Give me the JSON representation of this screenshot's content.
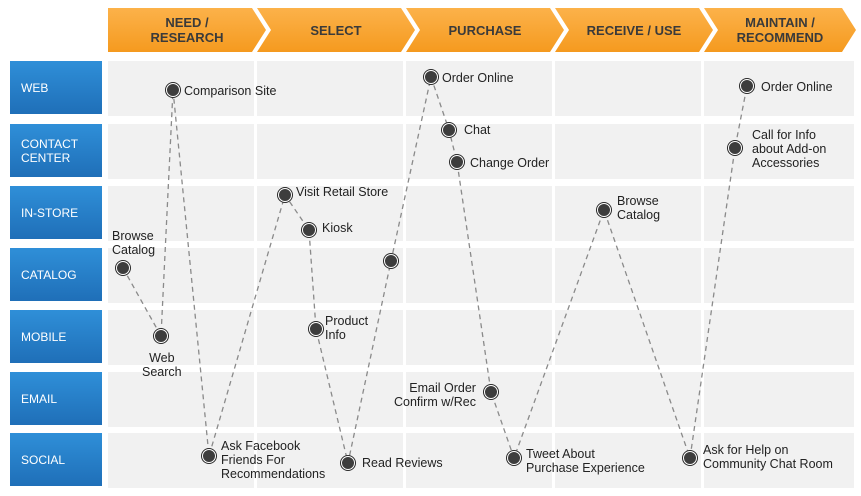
{
  "stages": [
    "NEED / RESEARCH",
    "SELECT",
    "PURCHASE",
    "RECEIVE / USE",
    "MAINTAIN /\nRECOMMEND"
  ],
  "channels": [
    "WEB",
    "CONTACT\nCENTER",
    "IN-STORE",
    "CATALOG",
    "MOBILE",
    "EMAIL",
    "SOCIAL"
  ],
  "touchpoints": [
    {
      "label": "Browse\nCatalog"
    },
    {
      "label": "Web\nSearch"
    },
    {
      "label": "Comparison Site"
    },
    {
      "label": "Ask Facebook\nFriends For\nRecommendations"
    },
    {
      "label": "Visit Retail Store"
    },
    {
      "label": "Kiosk"
    },
    {
      "label": "Product\nInfo"
    },
    {
      "label": "Read Reviews"
    },
    {
      "label": ""
    },
    {
      "label": "Order Online"
    },
    {
      "label": "Chat"
    },
    {
      "label": "Change Order"
    },
    {
      "label": "Email Order\nConfirm w/Rec"
    },
    {
      "label": "Tweet About\nPurchase Experience"
    },
    {
      "label": "Browse\nCatalog"
    },
    {
      "label": "Ask for Help on\nCommunity Chat Room"
    },
    {
      "label": "Call for Info\nabout Add-on\nAccessories"
    },
    {
      "label": "Order Online"
    }
  ],
  "colors": {
    "stage": "#f7a02c",
    "channel": "#2580c8",
    "cell": "#f1f1f1",
    "dot": "#3d3d3d",
    "path": "#8a8a8a"
  }
}
